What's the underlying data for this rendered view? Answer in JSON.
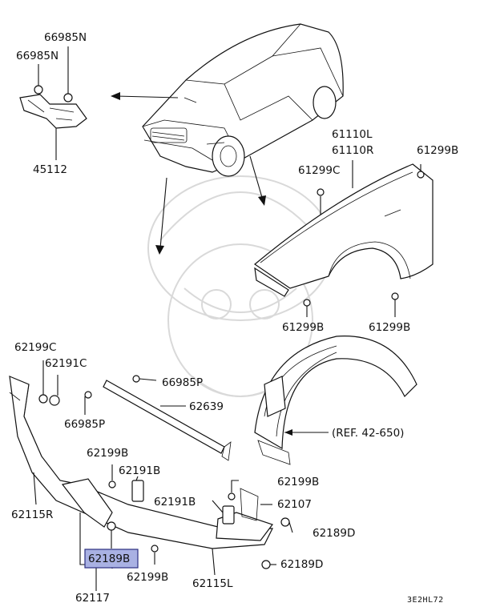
{
  "labels": {
    "p66985N_a": "66985N",
    "p66985N_b": "66985N",
    "p45112": "45112",
    "p61110L": "61110L",
    "p61110R": "61110R",
    "p61299B_top": "61299B",
    "p61299C": "61299C",
    "p61299B_l": "61299B",
    "p61299B_r": "61299B",
    "p62199C": "62199C",
    "p62191C": "62191C",
    "p66985P_top": "66985P",
    "p62639": "62639",
    "p66985P_bot": "66985P",
    "ref": "(REF. 42-650)",
    "p62199B_a": "62199B",
    "p62191B_a": "62191B",
    "p62199B_r": "62199B",
    "p62191B_b": "62191B",
    "p62107": "62107",
    "p62115R": "62115R",
    "p62189D_a": "62189D",
    "p62189B_hl": "62189B",
    "p62189D_b": "62189D",
    "p62199B_b": "62199B",
    "p62115L": "62115L",
    "p62117": "62117"
  },
  "diagram_code": "3E2HL72",
  "highlight_color": "#a9b1e3"
}
